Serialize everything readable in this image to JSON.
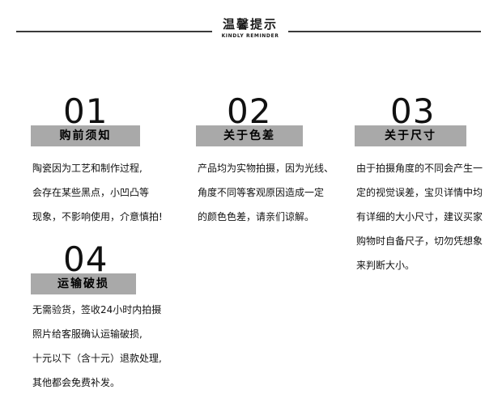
{
  "header": {
    "title": "温馨提示",
    "subtitle": "KINDLY REMINDER"
  },
  "sections": [
    {
      "number": "01",
      "title": "购前须知",
      "lines": [
        "陶瓷因为工艺和制作过程,",
        "会存在某些黑点，小凹凸等",
        "现象，不影响使用，介意慎拍!"
      ]
    },
    {
      "number": "02",
      "title": "关于色差",
      "lines": [
        "产品均为实物拍摄，因为光线、",
        "角度不同等客观原因造成一定",
        "的颜色色差，请亲们谅解。"
      ]
    },
    {
      "number": "03",
      "title": "关于尺寸",
      "lines": [
        "由于拍摄角度的不同会产生一",
        "定的视觉误差，宝贝详情中均",
        "有详细的大小尺寸，建议买家",
        "购物时自备尺子，切勿凭想象",
        "来判断大小。"
      ]
    },
    {
      "number": "04",
      "title": "运输破损",
      "lines": [
        "无需验货，签收24小时内拍摄",
        "照片给客服确认运输破损,",
        "十元以下（含十元）退款处理,",
        "其他都会免费补发。"
      ]
    }
  ]
}
